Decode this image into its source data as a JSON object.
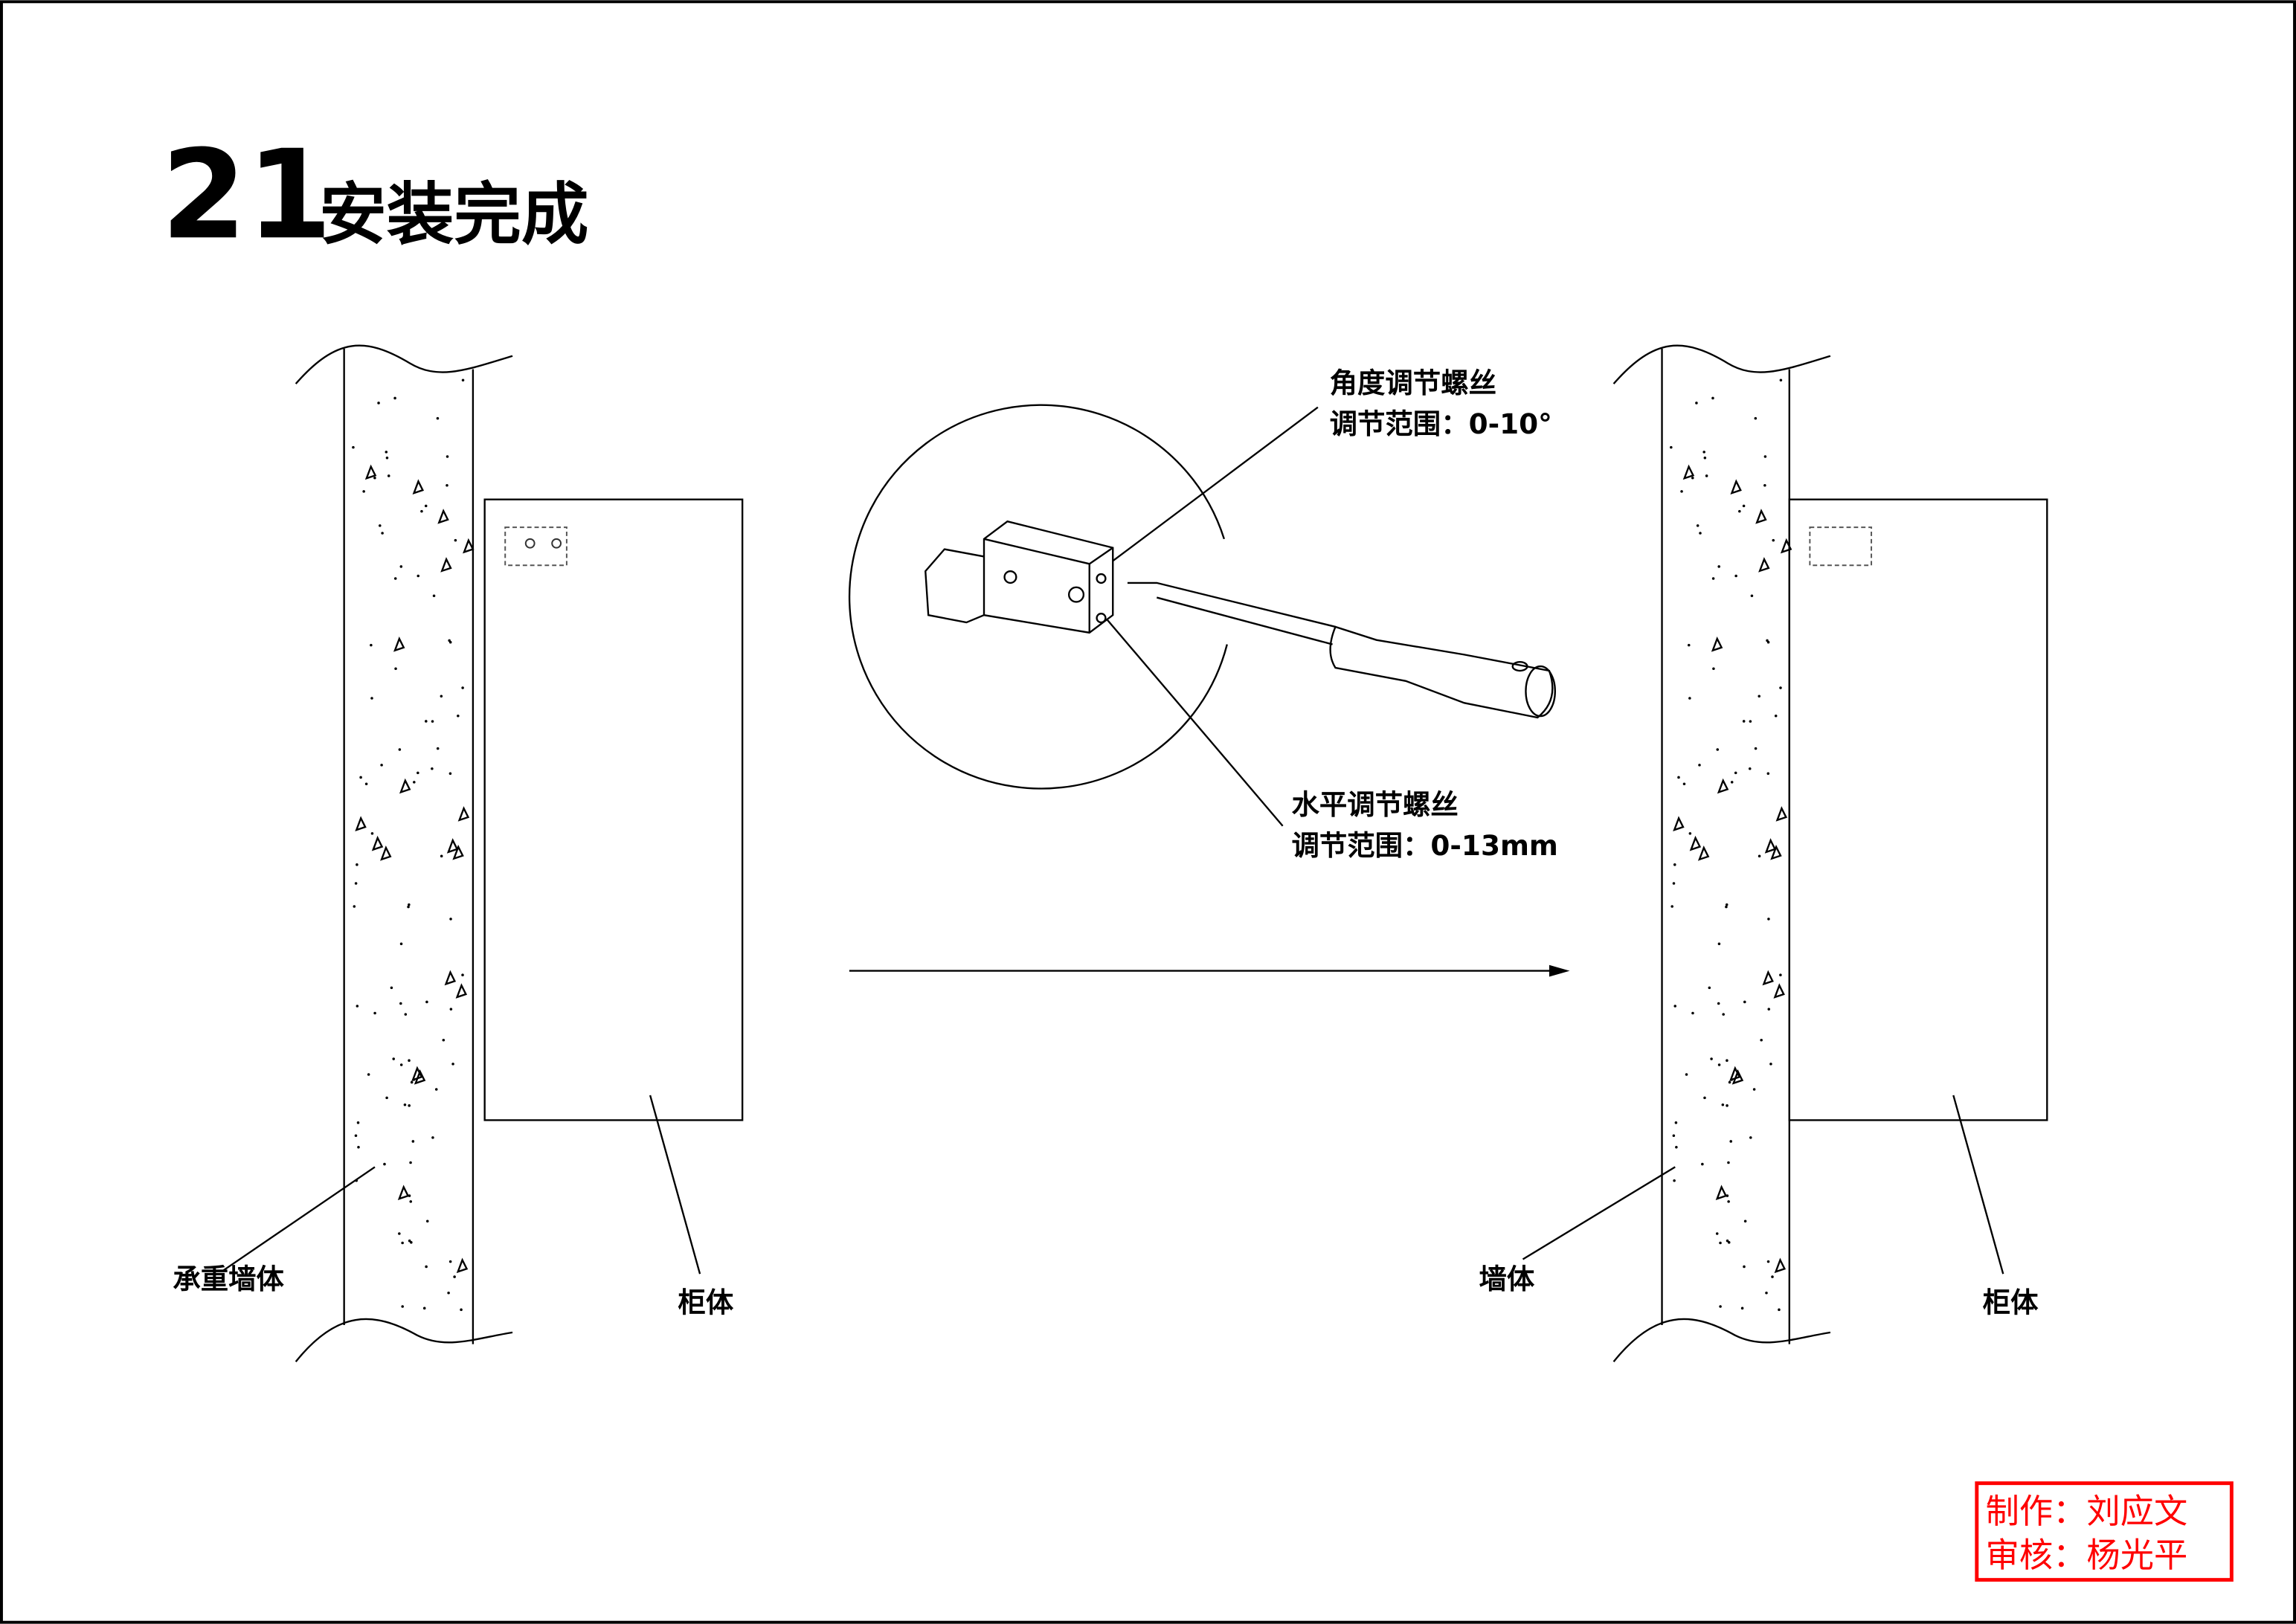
{
  "title": {
    "number": "21",
    "text": "安装完成"
  },
  "before": {
    "wall_label": "承重墙体",
    "cabinet_label": "柜体"
  },
  "detail": {
    "angle_screw": {
      "name": "角度调节螺丝",
      "range": "调节范围：0-10°"
    },
    "horizontal_screw": {
      "name": "水平调节螺丝",
      "range": "调节范围：0-13mm"
    }
  },
  "after": {
    "wall_label": "墙体",
    "cabinet_label": "柜体"
  },
  "stamp": {
    "made_by": "制作：刘应文",
    "reviewed_by": "审核：杨光平",
    "color": "#ff0000"
  }
}
